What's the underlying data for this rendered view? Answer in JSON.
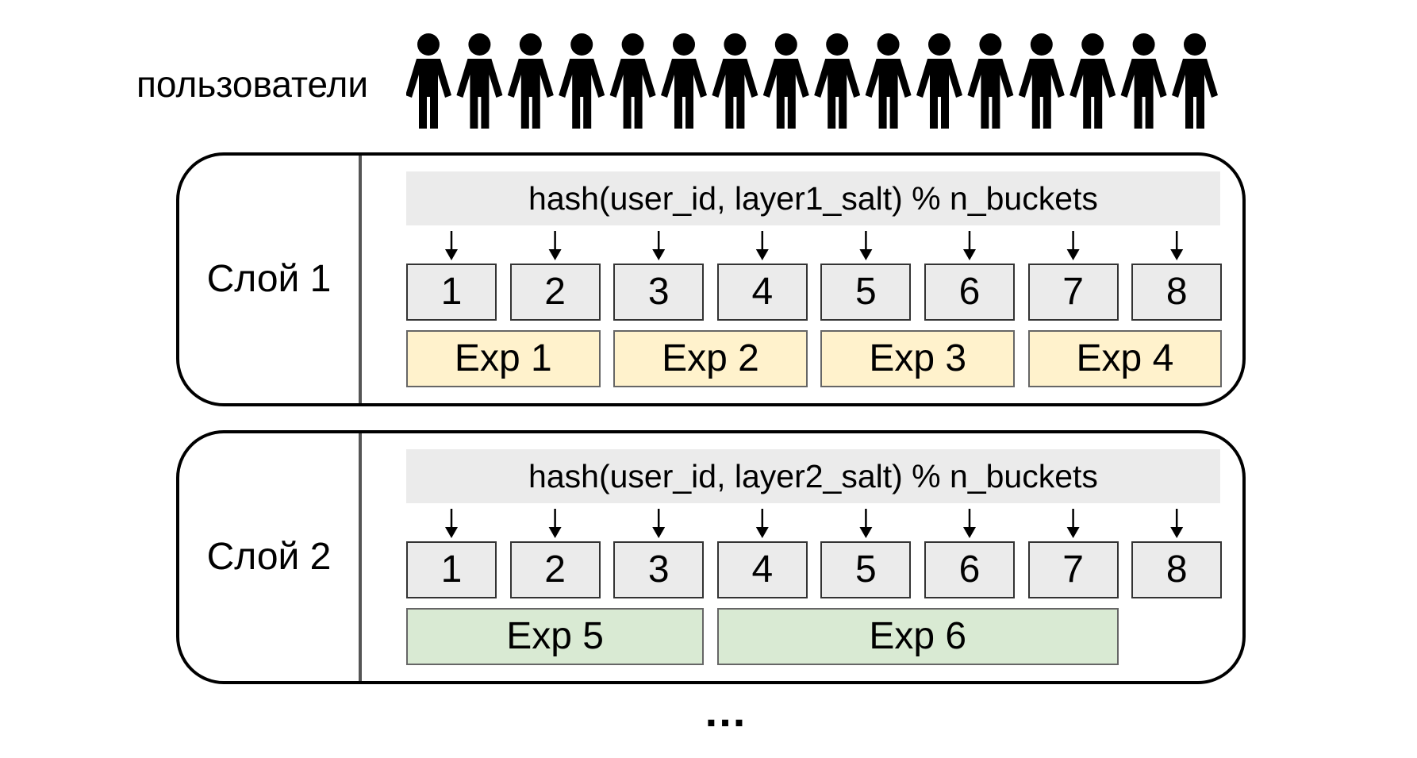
{
  "users_label": "пользователи",
  "people_count": 16,
  "layers": [
    {
      "name": "Слой 1",
      "hash": "hash(user_id, layer1_salt) % n_buckets",
      "buckets": [
        "1",
        "2",
        "3",
        "4",
        "5",
        "6",
        "7",
        "8"
      ],
      "experiments": [
        {
          "label": "Exp 1",
          "start": 1,
          "end": 2
        },
        {
          "label": "Exp 2",
          "start": 3,
          "end": 4
        },
        {
          "label": "Exp 3",
          "start": 5,
          "end": 6
        },
        {
          "label": "Exp 4",
          "start": 7,
          "end": 8
        }
      ],
      "exp_fill": "#fff2cc",
      "exp_border": "#666666"
    },
    {
      "name": "Слой 2",
      "hash": "hash(user_id, layer2_salt) % n_buckets",
      "buckets": [
        "1",
        "2",
        "3",
        "4",
        "5",
        "6",
        "7",
        "8"
      ],
      "experiments": [
        {
          "label": "Exp 5",
          "start": 1,
          "end": 3
        },
        {
          "label": "Exp 6",
          "start": 4,
          "end": 7
        }
      ],
      "exp_fill": "#d9ead3",
      "exp_border": "#666666"
    }
  ],
  "more_indicator": "..."
}
